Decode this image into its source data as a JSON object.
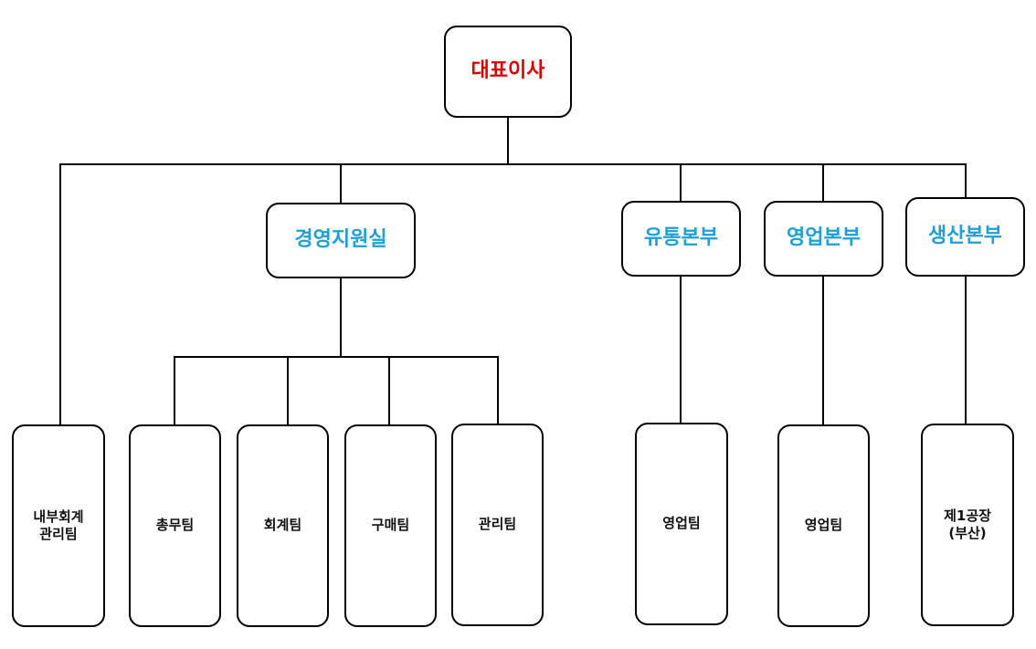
{
  "colors": {
    "top": "#e00000",
    "division": "#1ea0d6",
    "line": "#000000",
    "border": "#000000"
  },
  "org_chart": {
    "top": {
      "label": "대표이사"
    },
    "divisions": {
      "management_support": "경영지원실",
      "distribution": "유통본부",
      "sales": "영업본부",
      "production": "생산본부"
    },
    "teams": {
      "internal_accounting": "내부회계\n관리팀",
      "general_affairs": "총무팀",
      "accounting": "회계팀",
      "purchasing": "구매팀",
      "administration": "관리팀",
      "distribution_sales": "영업팀",
      "sales_team": "영업팀",
      "plant": "제1공장\n(부산)"
    }
  }
}
